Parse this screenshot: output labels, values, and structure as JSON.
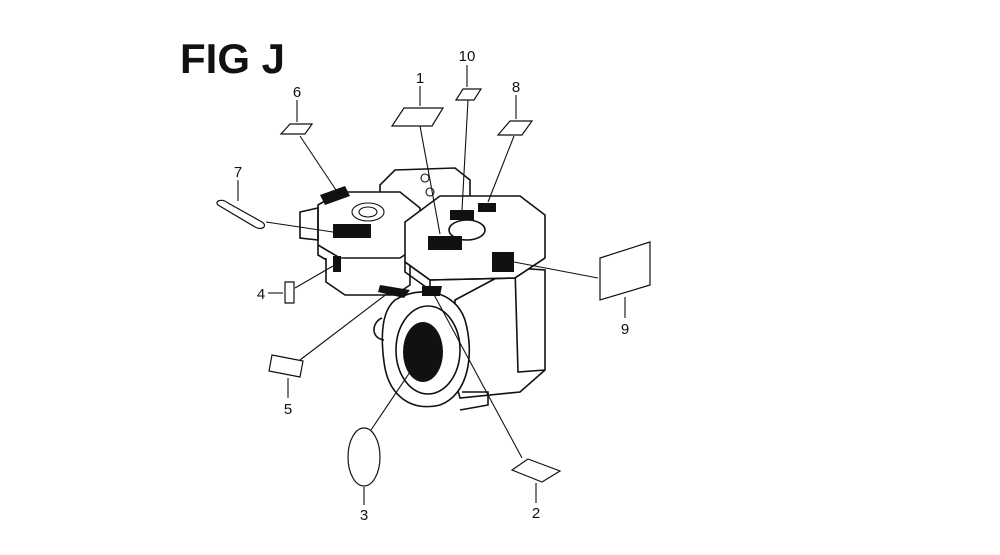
{
  "figure": {
    "title": "FIG J"
  },
  "callouts": [
    {
      "id": "1",
      "text": "1"
    },
    {
      "id": "2",
      "text": "2"
    },
    {
      "id": "3",
      "text": "3"
    },
    {
      "id": "4",
      "text": "4"
    },
    {
      "id": "5",
      "text": "5"
    },
    {
      "id": "6",
      "text": "6"
    },
    {
      "id": "7",
      "text": "7"
    },
    {
      "id": "8",
      "text": "8"
    },
    {
      "id": "9",
      "text": "9"
    },
    {
      "id": "10",
      "text": "10"
    }
  ],
  "colors": {
    "ink": "#111111",
    "paper": "#ffffff"
  }
}
